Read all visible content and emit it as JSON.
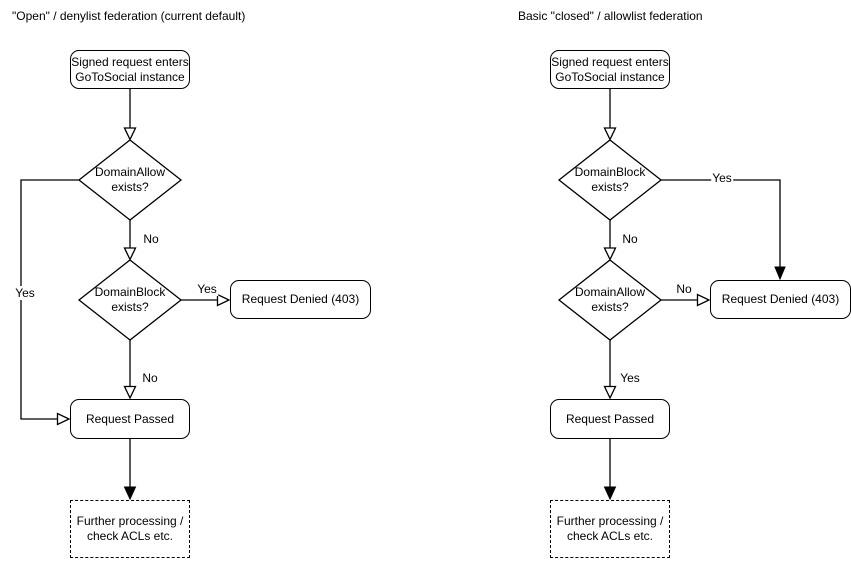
{
  "colors": {
    "background": "#ffffff",
    "stroke": "#000000",
    "text": "#000000",
    "node_fill": "#ffffff"
  },
  "diagrams": {
    "left": {
      "title": "\"Open\" / denylist federation (current default)",
      "start": {
        "line1": "Signed request enters",
        "line2": "GoToSocial instance"
      },
      "decision1": {
        "line1": "DomainAllow",
        "line2": "exists?"
      },
      "decision2": {
        "line1": "DomainBlock",
        "line2": "exists?"
      },
      "denied": "Request Denied (403)",
      "passed": "Request Passed",
      "further": {
        "line1": "Further processing /",
        "line2": "check ACLs etc."
      },
      "labels": {
        "decision1_yes": "Yes",
        "decision1_no": "No",
        "decision2_yes": "Yes",
        "decision2_no": "No"
      }
    },
    "right": {
      "title": "Basic \"closed\" / allowlist federation",
      "start": {
        "line1": "Signed request enters",
        "line2": "GoToSocial instance"
      },
      "decision1": {
        "line1": "DomainBlock",
        "line2": "exists?"
      },
      "decision2": {
        "line1": "DomainAllow",
        "line2": "exists?"
      },
      "denied": "Request Denied (403)",
      "passed": "Request Passed",
      "further": {
        "line1": "Further processing /",
        "line2": "check ACLs etc."
      },
      "labels": {
        "decision1_yes": "Yes",
        "decision1_no": "No",
        "decision2_no": "No",
        "decision2_yes": "Yes"
      }
    }
  }
}
